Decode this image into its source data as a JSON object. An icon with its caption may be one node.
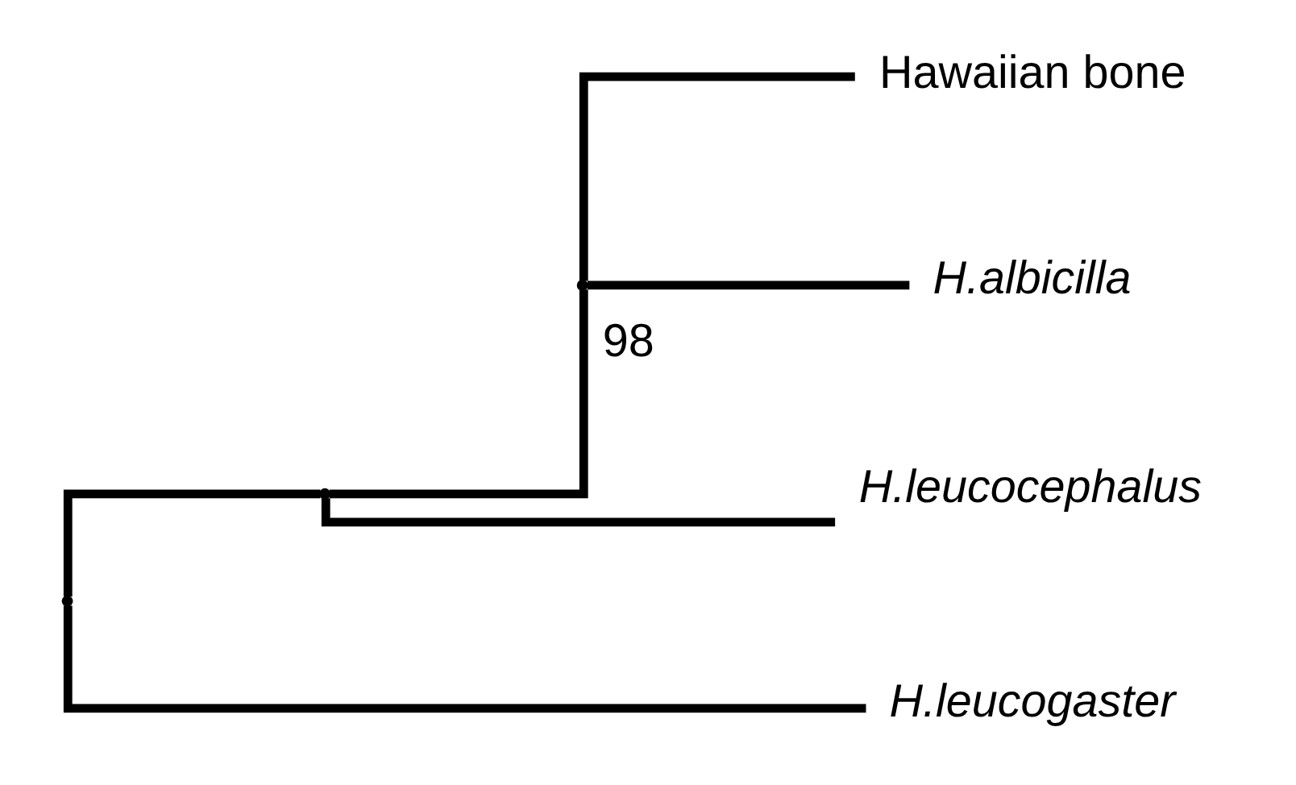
{
  "diagram": {
    "nodes": [
      {
        "text": [],
        "shape": "point"
      },
      {
        "text": [],
        "shape": "point"
      },
      {
        "text": [],
        "shape": "point"
      },
      {
        "text": [
          "Hawaiian bone"
        ]
      },
      {
        "text": [
          "H.albicilla"
        ]
      },
      {
        "text": [
          "H.leucocephalus"
        ]
      },
      {
        "text": [
          "H.leucogaster"
        ]
      }
    ],
    "edges": [
      {
        "from": 0,
        "to": 1,
        "arrow": "none"
      },
      {
        "from": 0,
        "to": 6,
        "arrow": "none"
      },
      {
        "from": 1,
        "to": 2,
        "label": "98",
        "arrow": "none"
      },
      {
        "from": 1,
        "to": 5,
        "arrow": "none"
      },
      {
        "from": 2,
        "to": 3,
        "arrow": "none"
      },
      {
        "from": 2,
        "to": 4,
        "arrow": "none"
      }
    ]
  }
}
